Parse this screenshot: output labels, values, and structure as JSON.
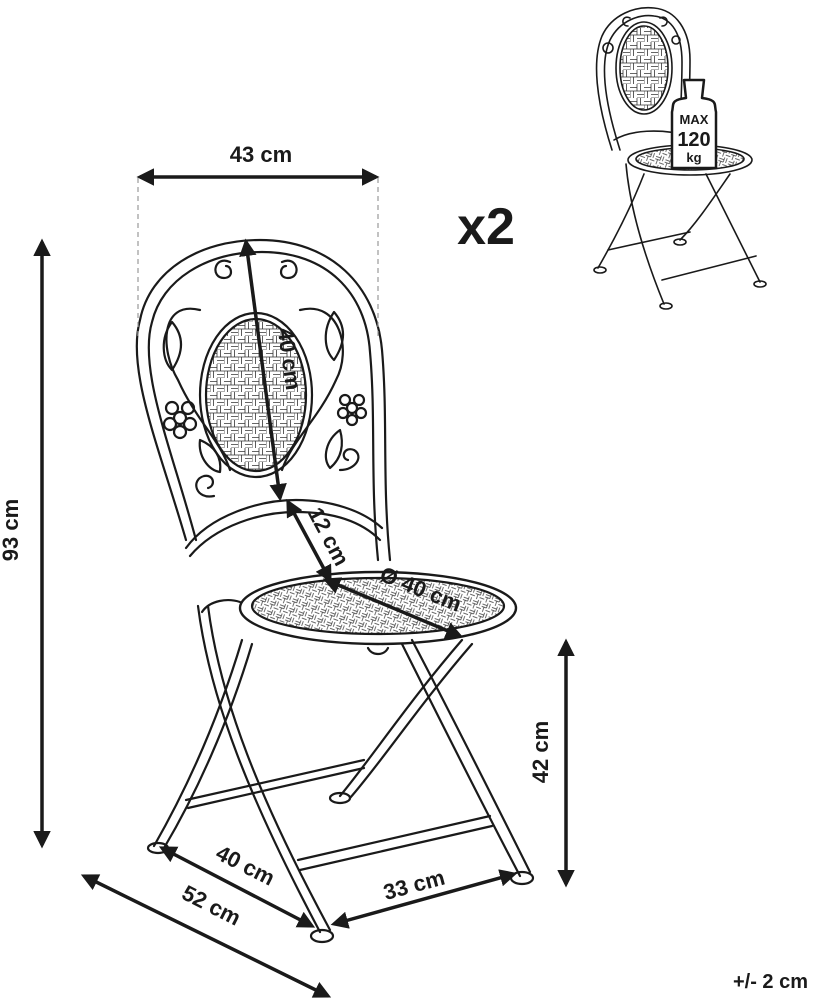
{
  "dimensions": {
    "width_top": "43 cm",
    "backrest_height": "40 cm",
    "backrest_gap": "12 cm",
    "seat_diameter": "Ø 40 cm",
    "total_height": "93 cm",
    "seat_height": "42 cm",
    "depth_inner": "40 cm",
    "depth_outer": "52 cm",
    "leg_width": "33 cm"
  },
  "quantity": "x2",
  "max_load": {
    "label": "MAX",
    "value": "120",
    "unit": "kg"
  },
  "tolerance": "+/- 2 cm",
  "colors": {
    "ink": "#1a1a1a",
    "thumb": "#777777",
    "guide": "#9a9a9a"
  }
}
